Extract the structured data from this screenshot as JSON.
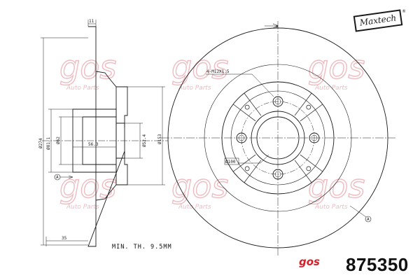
{
  "brand": {
    "name": "Maxtech",
    "registered_mark": "®"
  },
  "watermark": {
    "logo_text": "gos",
    "caption": "Auto Parts",
    "color": "#e8a0a8"
  },
  "side_view": {
    "labels": {
      "top_thickness": "11",
      "overall_diameter": "Ø274",
      "inner_diameter_a": "Ø81.1",
      "bore_diameter": "Ø62",
      "hub_depth": "56.3",
      "hub_inner_diameter": "Ø52.4",
      "hat_diameter": "Ø153",
      "datum": "A",
      "offset": "35"
    }
  },
  "front_view": {
    "labels": {
      "bolt_spec": "4-M12X1.5",
      "pcd": "Ø100",
      "datum": "A"
    }
  },
  "notes": {
    "min_thickness": "MIN. TH. 9.5MM"
  },
  "footer": {
    "logo_text": "gos",
    "part_number": "875350",
    "logo_color": "#d8202a"
  }
}
